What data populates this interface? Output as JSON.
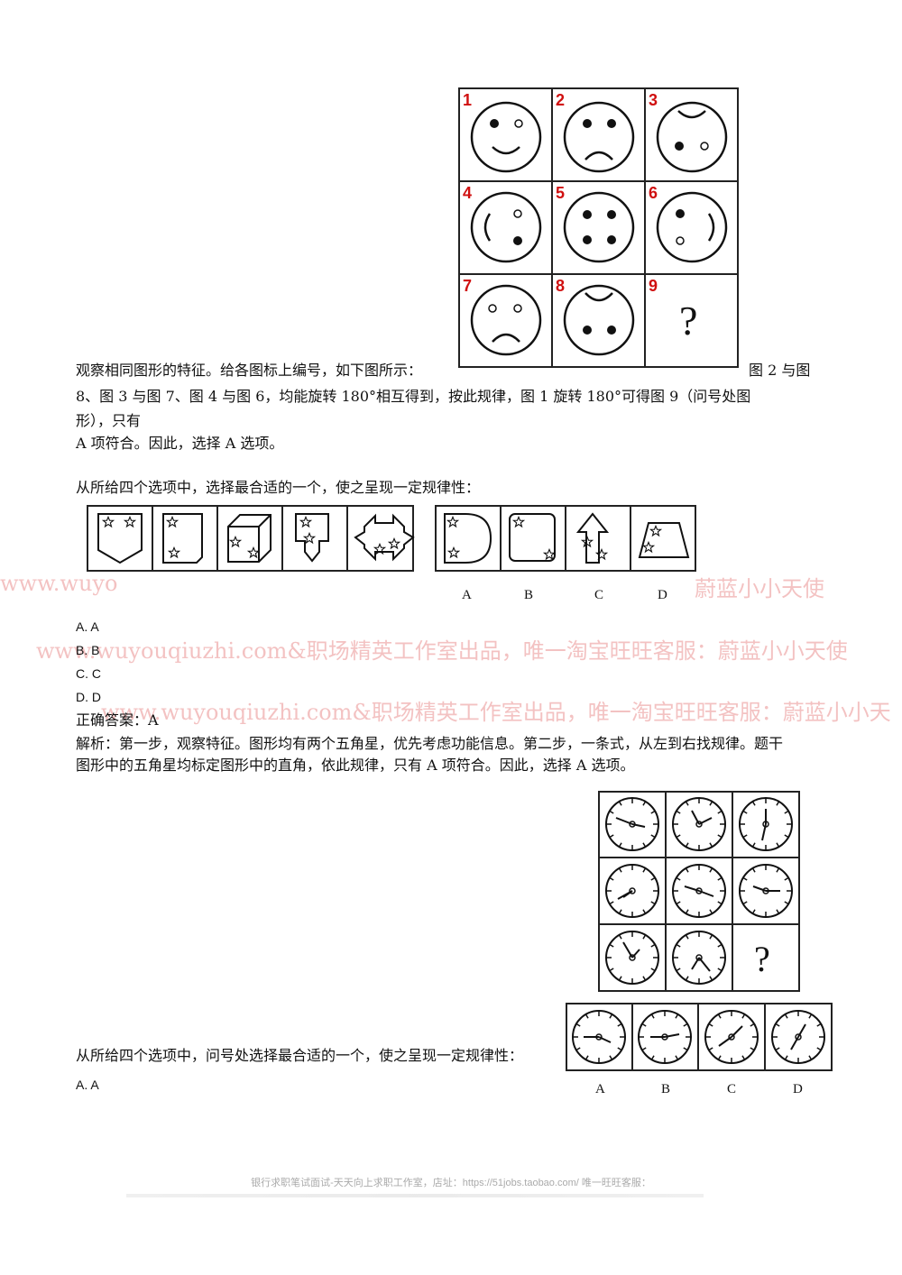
{
  "q1": {
    "cell_numbers": [
      "1",
      "2",
      "3",
      "4",
      "5",
      "6",
      "7",
      "8",
      "9"
    ],
    "cell9_mark": "?",
    "line1_left": "观察相同图形的特征。给各图标上编号，如下图所示：",
    "line1_right": "图 2 与图",
    "line2": "8、图 3 与图 7、图 4 与图 6，均能旋转 180°相互得到，按此规律，图 1 旋转 180°可得图 9（问号处图",
    "line3": "形），只有",
    "line4": "A 项符合。因此，选择 A 选项。"
  },
  "q2": {
    "prompt": "从所给四个选项中，选择最合适的一个，使之呈现一定规律性：",
    "option_letters": [
      "A",
      "B",
      "C",
      "D"
    ],
    "options": [
      "A. A",
      "B. B",
      "C. C",
      "D. D"
    ],
    "answer": "正确答案：A",
    "analysis1": "解析：第一步，观察特征。图形均有两个五角星，优先考虑功能信息。第二步，一条式，从左到右找规律。题干",
    "analysis2": "图形中的五角星均标定图形中的直角，依此规律，只有 A 项符合。因此，选择 A 选项。"
  },
  "q3": {
    "grid_mark": "?",
    "option_letters": [
      "A",
      "B",
      "C",
      "D"
    ],
    "prompt": "从所给四个选项中，问号处选择最合适的一个，使之呈现一定规律性：",
    "first_option": "A. A"
  },
  "watermarks": {
    "wm1": "www.wuyo",
    "wm1b": "蔚蓝小小天使",
    "wm2": "www.wuyouqiuzhi.com&职场精英工作室出品，唯一淘宝旺旺客服：蔚蓝小小天使",
    "wm3": "www.wuyouqiuzhi.com&职场精英工作室出品，唯一淘宝旺旺客服：蔚蓝小小天"
  },
  "footer": {
    "line1": "银行求职笔试面试-天天向上求职工作室，店址：https://51jobs.taobao.com/ 唯一旺旺客服："
  }
}
